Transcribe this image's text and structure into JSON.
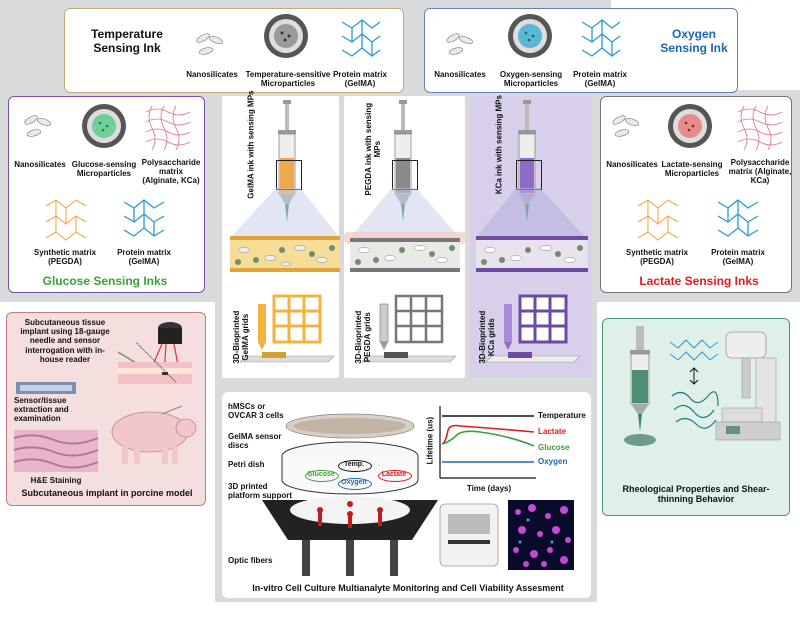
{
  "top": {
    "temperature_title": "Temperature Sensing Ink",
    "oxygen_title": "Oxygen Sensing Ink",
    "nanosilicates": "Nanosilicates",
    "temp_micro": "Temperature-sensitive Microparticles",
    "oxygen_micro": "Oxygen-sensing Microparticles",
    "protein_matrix": "Protein matrix (GelMA)"
  },
  "glucose": {
    "nanosilicates": "Nanosilicates",
    "micro": "Glucose-sensing Microparticles",
    "polysaccharide": "Polysaccharide matrix (Alginate, KCa)",
    "synthetic": "Synthetic matrix (PEGDA)",
    "protein": "Protein matrix (GelMA)",
    "title": "Glucose Sensing Inks"
  },
  "lactate": {
    "nanosilicates": "Nanosilicates",
    "micro": "Lactate-sensing Microparticles",
    "polysaccharide": "Polysaccharide matrix (Alginate, KCa)",
    "synthetic": "Synthetic matrix (PEGDA)",
    "protein": "Protein matrix (GelMA)",
    "title": "Lactate Sensing Inks"
  },
  "syringes": {
    "gelma_ink": "GelMA ink with sensing MPs",
    "pegda_ink": "PEGDA ink with sensing MPs",
    "kca_ink": "KCa ink with sensing MPs",
    "gelma_grid": "3D-Bioprinted GelMA grids",
    "pegda_grid": "3D-Bioprinted PEGDA grids",
    "kca_grid": "3D-Bioprinted KCa grids"
  },
  "porcine": {
    "implant_text": "Subcutaneous tissue implant using 18-gauge needle and sensor interrogation with in-house reader",
    "extraction": "Sensor/tissue extraction and examination",
    "staining": "H&E Staining",
    "title": "Subcutaneous implant in porcine model"
  },
  "culture": {
    "cells": "hMSCs or OVCAR 3 cells",
    "discs": "GelMA sensor discs",
    "petri": "Petri dish",
    "platform": "3D printed platform support",
    "fibers": "Optic fibers",
    "disc_glucose": "Glucose",
    "disc_temp": "Temp.",
    "disc_oxygen": "Oxygen",
    "disc_lactate": "Lactate",
    "ylabel": "Lifetime (us)",
    "xlabel": "Time (days)",
    "legend_temperature": "Temperature",
    "legend_lactate": "Lactate",
    "legend_glucose": "Glucose",
    "legend_oxygen": "Oxygen",
    "title": "In-vitro Cell Culture Multianalyte Monitoring and Cell Viability Assesment"
  },
  "rheology": {
    "title": "Rheological Properties and Shear-thinning Behavior"
  },
  "colors": {
    "glucose_green": "#3aa23a",
    "lactate_red": "#e01b1b",
    "oxygen_blue": "#1b67b5",
    "temperature_black": "#111111",
    "gelma_orange": "#f0a84a",
    "pegda_gray": "#8a8a8a",
    "kca_purple": "#8e6bc9"
  }
}
